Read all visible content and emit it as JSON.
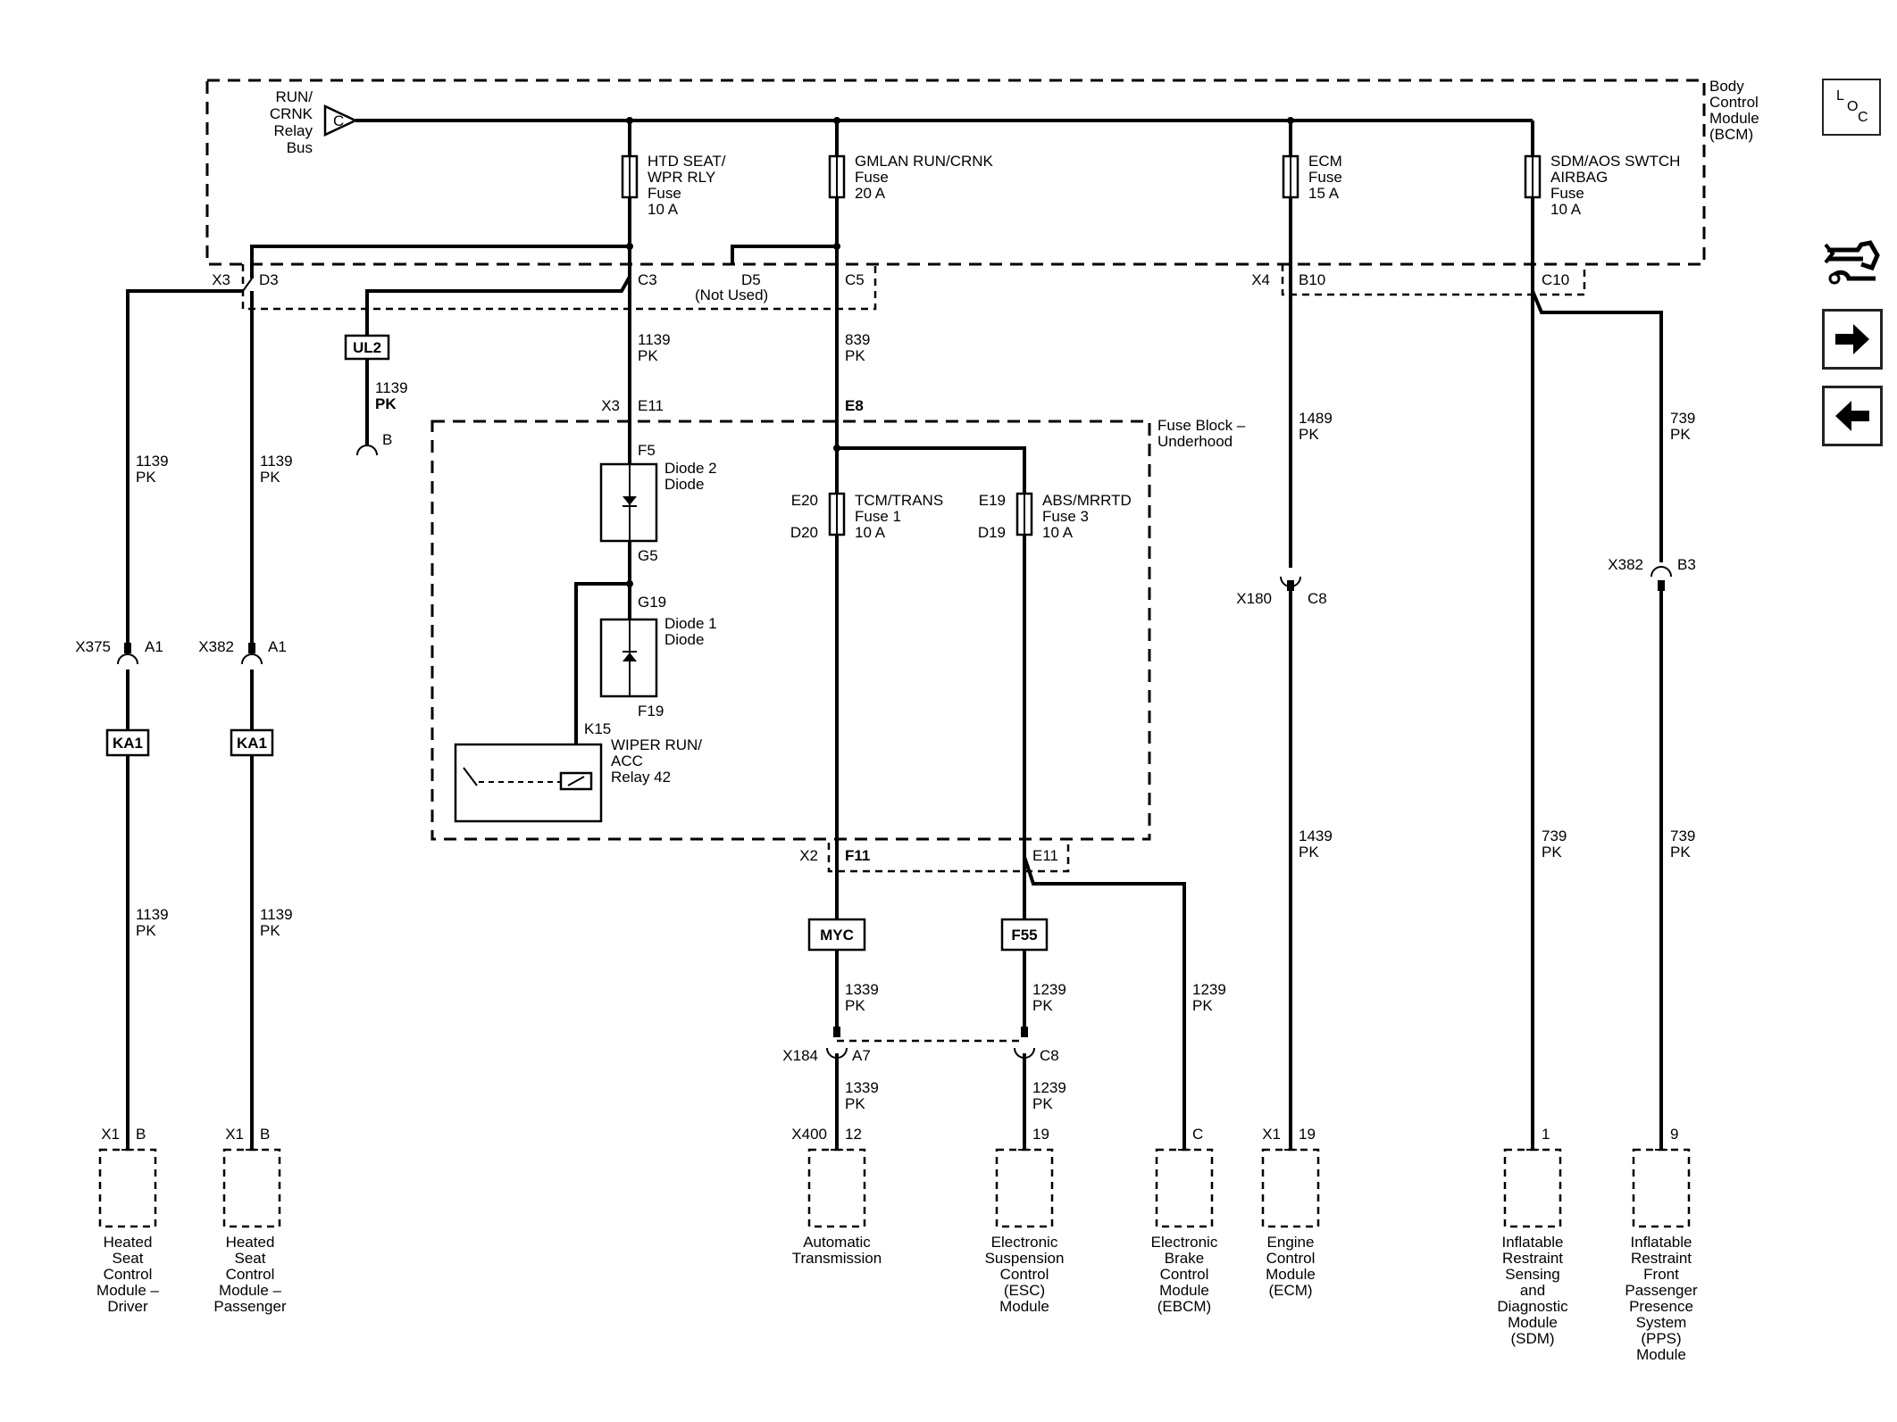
{
  "bus": {
    "label": [
      "RUN/",
      "CRNK",
      "Relay",
      "Bus"
    ],
    "pin": "C"
  },
  "bcm": {
    "label": [
      "Body",
      "Control",
      "Module",
      "(BCM)"
    ]
  },
  "fuse_block": {
    "label": [
      "Fuse Block –",
      "Underhood"
    ]
  },
  "fuses": {
    "htd": [
      "HTD SEAT/",
      "WPR RLY",
      "Fuse",
      "10 A"
    ],
    "gmlan": [
      "GMLAN RUN/CRNK",
      "Fuse",
      "20 A"
    ],
    "ecm": [
      "ECM",
      "Fuse",
      "15 A"
    ],
    "sdm": [
      "SDM/AOS SWTCH",
      "AIRBAG",
      "Fuse",
      "10 A"
    ],
    "tcm": [
      "TCM/TRANS",
      "Fuse 1",
      "10 A"
    ],
    "abs": [
      "ABS/MRRTD",
      "Fuse 3",
      "10 A"
    ]
  },
  "connectors": {
    "x3": "X3",
    "d3": "D3",
    "c3": "C3",
    "d5": "D5",
    "not_used": "(Not Used)",
    "c5": "C5",
    "x4": "X4",
    "b10": "B10",
    "c10": "C10",
    "x3b": "X3",
    "e11": "E11",
    "e8": "E8",
    "f5": "F5",
    "g5": "G5",
    "g19": "G19",
    "f19": "F19",
    "k15": "K15",
    "e20": "E20",
    "d20": "D20",
    "e19": "E19",
    "d19": "D19",
    "x2": "X2",
    "f11": "F11",
    "e11b": "E11",
    "x375": "X375",
    "a1a": "A1",
    "x382a": "X382",
    "a1b": "A1",
    "x180": "X180",
    "c8a": "C8",
    "x382b": "X382",
    "b3": "B3",
    "x184": "X184",
    "a7": "A7",
    "c8b": "C8",
    "x1a": "X1",
    "ba": "B",
    "x1b": "X1",
    "bb": "B",
    "x400": "X400",
    "p12": "12",
    "p19a": "19",
    "pc": "C",
    "x1c": "X1",
    "p19b": "19",
    "p1": "1",
    "p9": "9",
    "ul2_end": "B"
  },
  "diodes": {
    "d2": [
      "Diode 2",
      "Diode"
    ],
    "d1": [
      "Diode 1",
      "Diode"
    ]
  },
  "relay": [
    "WIPER RUN/",
    "ACC",
    "Relay 42"
  ],
  "splices": {
    "ka1a": "KA1",
    "ka1b": "KA1",
    "ul2": "UL2",
    "myc": "MYC",
    "f55": "F55"
  },
  "wires": {
    "w1139_c3": [
      "1139",
      "PK"
    ],
    "w839": [
      "839",
      "PK"
    ],
    "w1489": [
      "1489",
      "PK"
    ],
    "w739a": [
      "739",
      "PK"
    ],
    "w1139_ul2": [
      "1139",
      "PK"
    ],
    "w1139_l1": [
      "1139",
      "PK"
    ],
    "w1139_l2": [
      "1139",
      "PK"
    ],
    "w1139_l3": [
      "1139",
      "PK"
    ],
    "w1139_l4": [
      "1139",
      "PK"
    ],
    "w1439": [
      "1439",
      "PK"
    ],
    "w739b": [
      "739",
      "PK"
    ],
    "w739c": [
      "739",
      "PK"
    ],
    "w1339a": [
      "1339",
      "PK"
    ],
    "w1339b": [
      "1339",
      "PK"
    ],
    "w1239a": [
      "1239",
      "PK"
    ],
    "w1239b": [
      "1239",
      "PK"
    ],
    "w1239c": [
      "1239",
      "PK"
    ]
  },
  "modules": {
    "hscm_d": [
      "Heated",
      "Seat",
      "Control",
      "Module –",
      "Driver"
    ],
    "hscm_p": [
      "Heated",
      "Seat",
      "Control",
      "Module –",
      "Passenger"
    ],
    "tcm": [
      "Automatic",
      "Transmission"
    ],
    "esc": [
      "Electronic",
      "Suspension",
      "Control",
      "(ESC)",
      "Module"
    ],
    "ebcm": [
      "Electronic",
      "Brake",
      "Control",
      "Module",
      "(EBCM)"
    ],
    "ecm": [
      "Engine",
      "Control",
      "Module",
      "(ECM)"
    ],
    "sdm": [
      "Inflatable",
      "Restraint",
      "Sensing",
      "and",
      "Diagnostic",
      "Module",
      "(SDM)"
    ],
    "pps": [
      "Inflatable",
      "Restraint",
      "Front",
      "Passenger",
      "Presence",
      "System",
      "(PPS)",
      "Module"
    ]
  },
  "nav": {
    "loc": [
      "L",
      "O",
      "C"
    ],
    "icons": [
      "connector-harness-icon",
      "arrow-right-icon",
      "arrow-left-icon"
    ]
  }
}
